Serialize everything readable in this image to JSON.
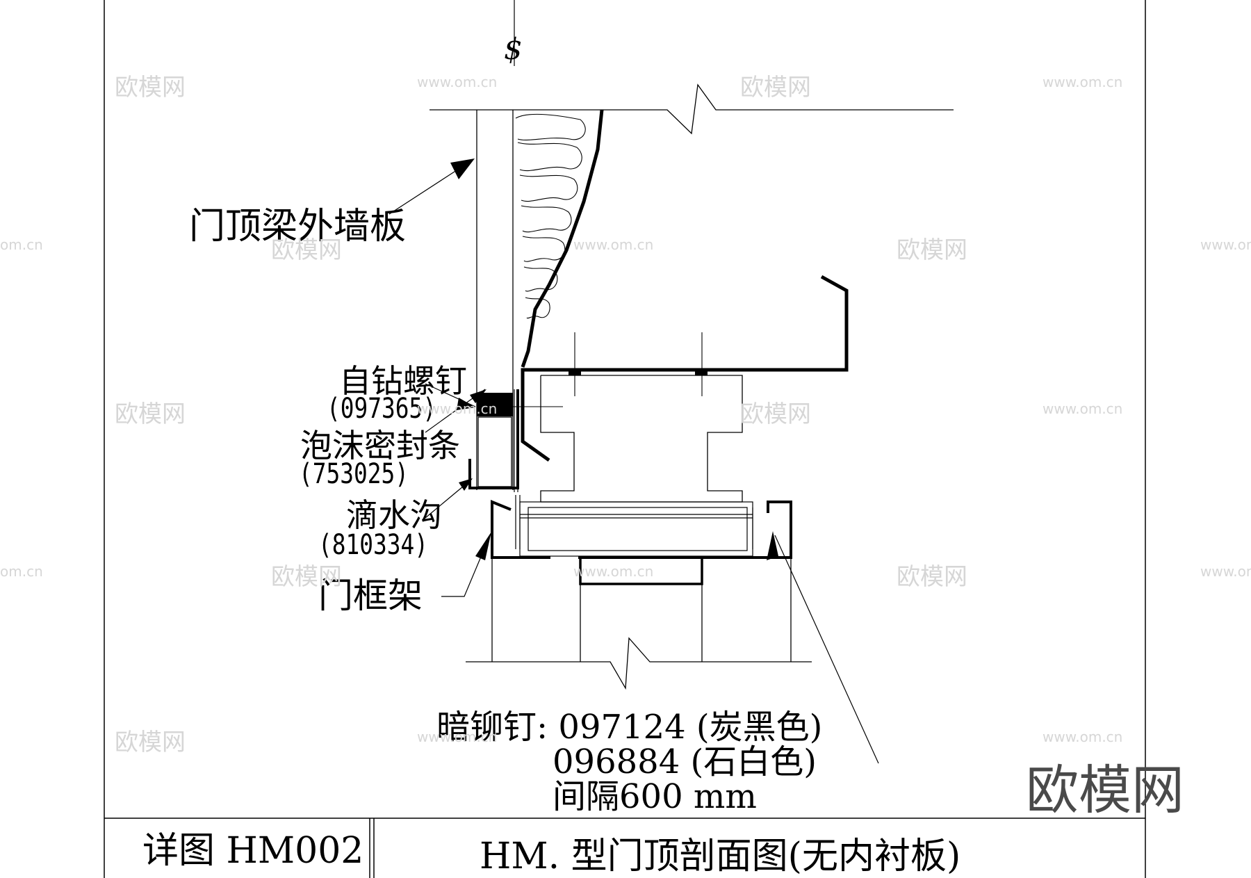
{
  "labels": {
    "outer_wall_panel": "门顶梁外墙板",
    "screw_name": "自钻螺钉",
    "screw_code": "(097365)",
    "foam_name": "泡沫密封条",
    "foam_code": "(753025)",
    "drip_name": "滴水沟",
    "drip_code": "(810334)",
    "door_frame": "门框架",
    "centerline_symbol": "$"
  },
  "rivet_note": {
    "line1": "暗铆钉: 097124 (炭黑色)",
    "line2": "096884 (石白色)",
    "line3": "间隔600 mm"
  },
  "title_block": {
    "detail_label": "详图 HM002",
    "drawing_title": "HM. 型门顶剖面图(无内衬板)"
  },
  "watermarks": {
    "brand_cn": "欧模网",
    "url": "www.om.cn",
    "url_short": "om.cn"
  },
  "colors": {
    "line": "#000000",
    "watermark": "#d6d6d6",
    "brand": "#4a4a4a"
  }
}
